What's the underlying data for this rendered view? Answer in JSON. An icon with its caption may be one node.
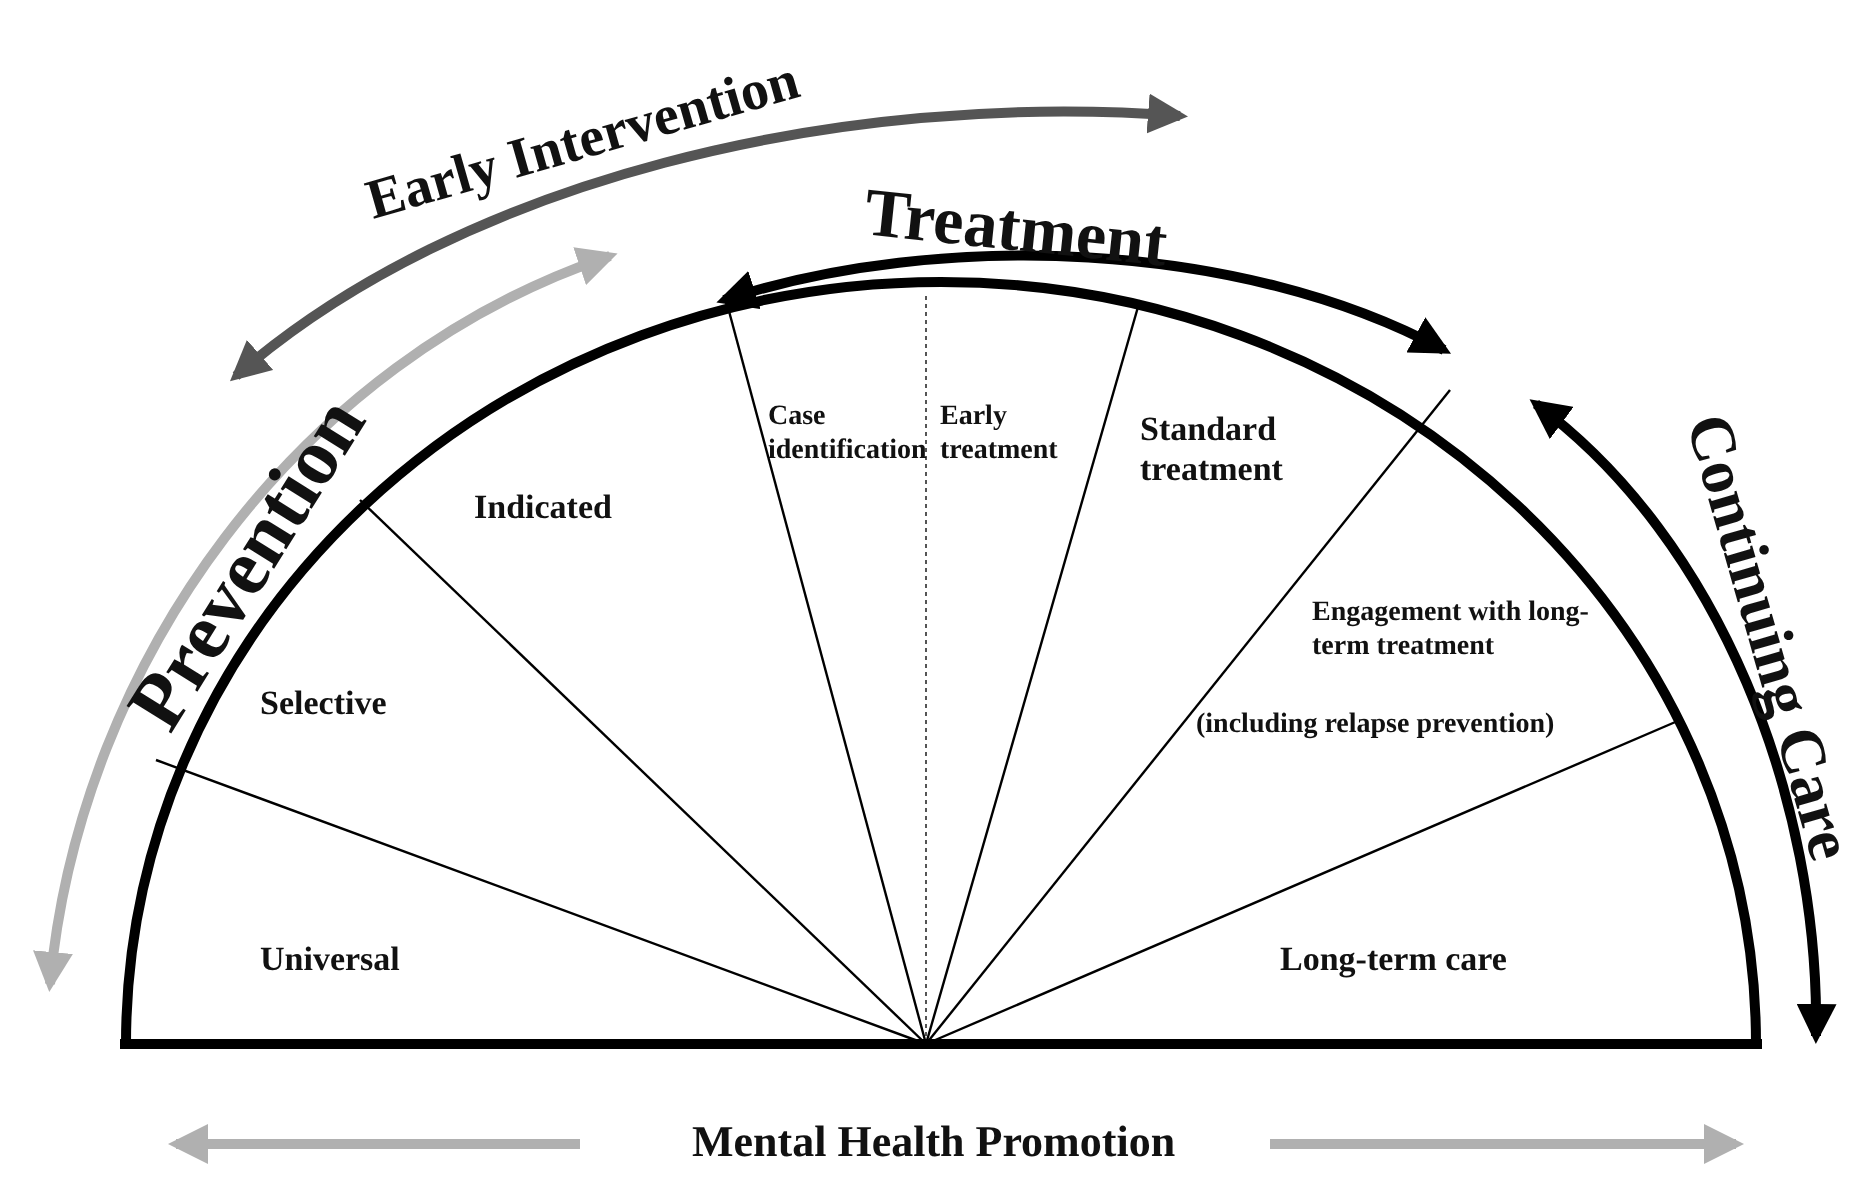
{
  "diagram": {
    "nodes": [
      {
        "text": [
          "Universal"
        ]
      },
      {
        "text": [
          "Selective"
        ]
      },
      {
        "text": [
          "Indicated"
        ]
      },
      {
        "text": [
          "Case identification"
        ]
      },
      {
        "text": [
          "Early treatment"
        ]
      },
      {
        "text": [
          "Standard treatment"
        ]
      },
      {
        "text": [
          "Engagement with long-term treatment",
          "(including relapse prevention)"
        ]
      },
      {
        "text": [
          "Long-term care"
        ]
      }
    ],
    "labels": [
      "Early Intervention",
      "Treatment",
      "Prevention",
      "Continuing Care",
      "Mental Health Promotion"
    ]
  }
}
